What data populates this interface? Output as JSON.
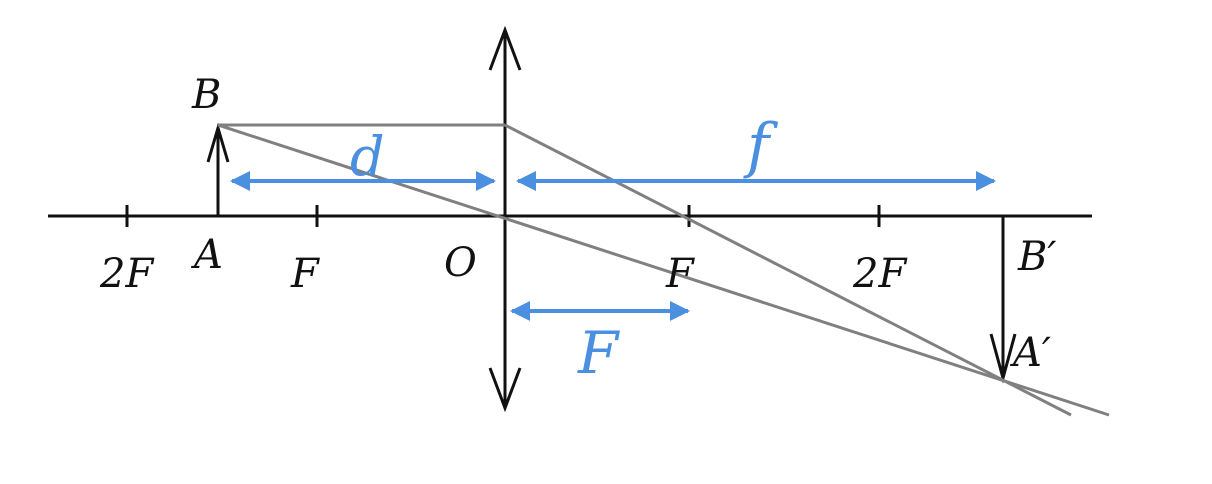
{
  "labels": {
    "object_top": "B",
    "object_base": "A",
    "lens_center": "O",
    "image_base": "B′",
    "image_tip": "A′",
    "left_2f": "2F",
    "left_f": "F",
    "right_f": "F",
    "right_2f": "2F",
    "object_distance": "d",
    "image_distance": "f",
    "focal_length": "F"
  },
  "colors": {
    "axis": "#111111",
    "rays": "#808080",
    "dimensions": "#4a8fe0"
  }
}
